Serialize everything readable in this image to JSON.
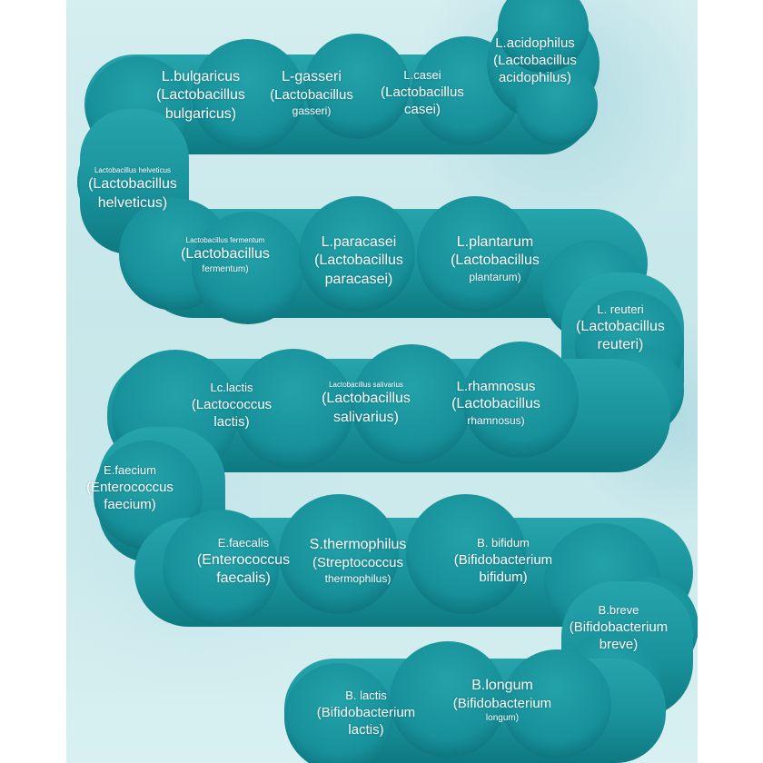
{
  "colors": {
    "tube": "#1c9aa2",
    "tube_dark": "#0d6f78",
    "tube_light": "#2aa9b0",
    "background": "#cbe9ec",
    "text": "#ffffff"
  },
  "labels": [
    {
      "id": "l-bulgaricus",
      "title": "L.bulgaricus",
      "sci": [
        "(Lactobacillus",
        "bulgaricus)"
      ],
      "tsize": "big",
      "ssize": "big"
    },
    {
      "id": "l-gasseri",
      "title": "L-gasseri",
      "sci": [
        "(Lactobacillus",
        "gasseri)"
      ],
      "tsize": "big",
      "ssize": "normal",
      "ssize2": "small"
    },
    {
      "id": "l-casei",
      "title": "L.casei",
      "sci": [
        "(Lactobacillus",
        "casei)"
      ],
      "tsize": "small",
      "ssize": "normal"
    },
    {
      "id": "l-acidophilus",
      "title": "L.acidophilus",
      "sci": [
        "(Lactobacillus",
        "acidophilus)"
      ],
      "tsize": "normal",
      "ssize": "normal"
    },
    {
      "id": "l-helveticus",
      "title": "Lactobacillus helveticus",
      "sci": [
        "(Lactobacillus",
        "helveticus)"
      ],
      "tsize": "tiny",
      "ssize": "big"
    },
    {
      "id": "l-fermentum",
      "title": "Lactobacillus fermentum",
      "sci": [
        "(Lactobacillus",
        "fermentum)"
      ],
      "tsize": "tiny",
      "ssize": "big",
      "ssize2": "tiny"
    },
    {
      "id": "l-paracasei",
      "title": "L.paracasei",
      "sci": [
        "(Lactobacillus",
        "paracasei)"
      ],
      "tsize": "big",
      "ssize": "big"
    },
    {
      "id": "l-plantarum",
      "title": "L.plantarum",
      "sci": [
        "(Lactobacillus",
        "plantarum)"
      ],
      "tsize": "big",
      "ssize": "big",
      "ssize2": "small"
    },
    {
      "id": "l-reuteri",
      "title": "L. reuteri",
      "sci": [
        "(Lactobacillus",
        "reuteri)"
      ],
      "tsize": "small",
      "ssize": "big"
    },
    {
      "id": "lc-lactis",
      "title": "Lc.lactis",
      "sci": [
        "(Lactococcus",
        "lactis)"
      ],
      "tsize": "small",
      "ssize": "normal"
    },
    {
      "id": "l-salivarius",
      "title": "Lactobacillus salivarius",
      "sci": [
        "(Lactobacillus",
        "salivarius)"
      ],
      "tsize": "tiny",
      "ssize": "big"
    },
    {
      "id": "l-rhamnosus",
      "title": "L.rhamnosus",
      "sci": [
        "(Lactobacillus",
        "rhamnosus)"
      ],
      "tsize": "normal",
      "ssize": "big",
      "ssize2": "small"
    },
    {
      "id": "e-faecium",
      "title": "E.faecium",
      "sci": [
        "(Enterococcus",
        "faecium)"
      ],
      "tsize": "small",
      "ssize": "normal"
    },
    {
      "id": "e-faecalis",
      "title": "E.faecalis",
      "sci": [
        "(Enterococcus",
        "faecalis)"
      ],
      "tsize": "small",
      "ssize": "big"
    },
    {
      "id": "s-thermophilus",
      "title": "S.thermophilus",
      "sci": [
        "(Streptococcus",
        "thermophilus)"
      ],
      "tsize": "big",
      "ssize": "normal",
      "ssize2": "small"
    },
    {
      "id": "b-bifidum",
      "title": "B. bifidum",
      "sci": [
        "(Bifidobacterium",
        "bifidum)"
      ],
      "tsize": "small",
      "ssize": "normal"
    },
    {
      "id": "b-breve",
      "title": "B.breve",
      "sci": [
        "(Bifidobacterium",
        "breve)"
      ],
      "tsize": "small",
      "ssize": "normal"
    },
    {
      "id": "b-longum",
      "title": "B.longum",
      "sci": [
        "(Bifidobacterium",
        "longum)"
      ],
      "tsize": "big",
      "ssize": "normal",
      "ssize2": "tiny"
    },
    {
      "id": "b-lactis",
      "title": "B. lactis",
      "sci": [
        "(Bifidobacterium",
        "lactis)"
      ],
      "tsize": "small",
      "ssize": "normal"
    }
  ]
}
